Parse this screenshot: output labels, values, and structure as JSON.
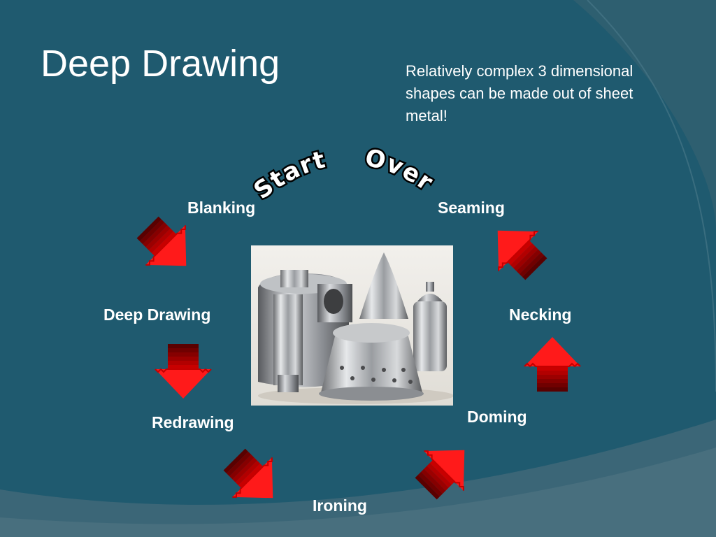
{
  "slide": {
    "title": "Deep Drawing",
    "subtitle": "Relatively complex 3 dimensional shapes can be made out of sheet metal!",
    "cycle_label": {
      "word1": "Start",
      "word2": "Over"
    }
  },
  "cycle_steps": [
    "Blanking",
    "Deep Drawing",
    "Redrawing",
    "Ironing",
    "Doming",
    "Necking",
    "Seaming"
  ],
  "colors": {
    "background": "#1f5a6f",
    "arc": "#3a6e7f",
    "arrow_red": "#ff1a1a",
    "arrow_dark": "#7a0000",
    "text": "#ffffff"
  },
  "icons": {
    "center_image": "metal-parts-photo",
    "arrow": "block-arrow-icon"
  }
}
